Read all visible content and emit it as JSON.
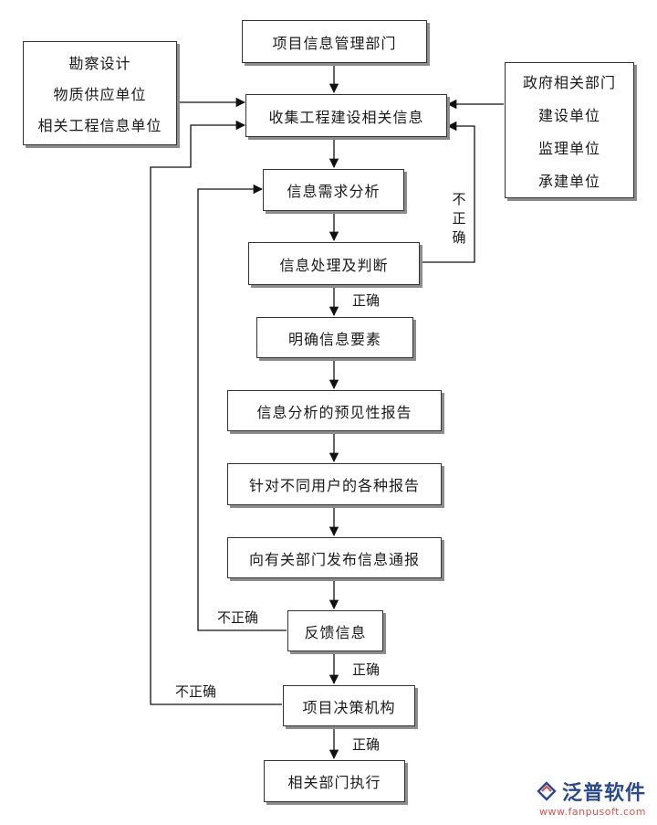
{
  "boxes": {
    "project_info_dept": "项目信息管理部门",
    "collect_info": "收集工程建设相关信息",
    "demand_analysis": "信息需求分析",
    "process_judge": "信息处理及判断",
    "clarify_elements": "明确信息要素",
    "forecast_report": "信息分析的预见性报告",
    "user_reports": "针对不同用户的各种报告",
    "publish_bulletin": "向有关部门发布信息通报",
    "feedback": "反馈信息",
    "decision": "项目决策机构",
    "execute": "相关部门执行"
  },
  "left_sources": [
    "勘察设计",
    "物质供应单位",
    "相关工程信息单位"
  ],
  "right_sources": [
    "政府相关部门",
    "建设单位",
    "监理单位",
    "承建单位"
  ],
  "labels": {
    "correct_1": "正确",
    "correct_2": "正确",
    "correct_3": "正确",
    "incorrect_vertical": "不正确",
    "incorrect_feedback": "不正确",
    "incorrect_decision": "不正确"
  },
  "logo": {
    "name": "泛普软件",
    "url": "www.fanpusoft.com",
    "icon": "fanpu-logo-icon",
    "color": "#2a4a8f",
    "url_color": "#d9534f"
  }
}
